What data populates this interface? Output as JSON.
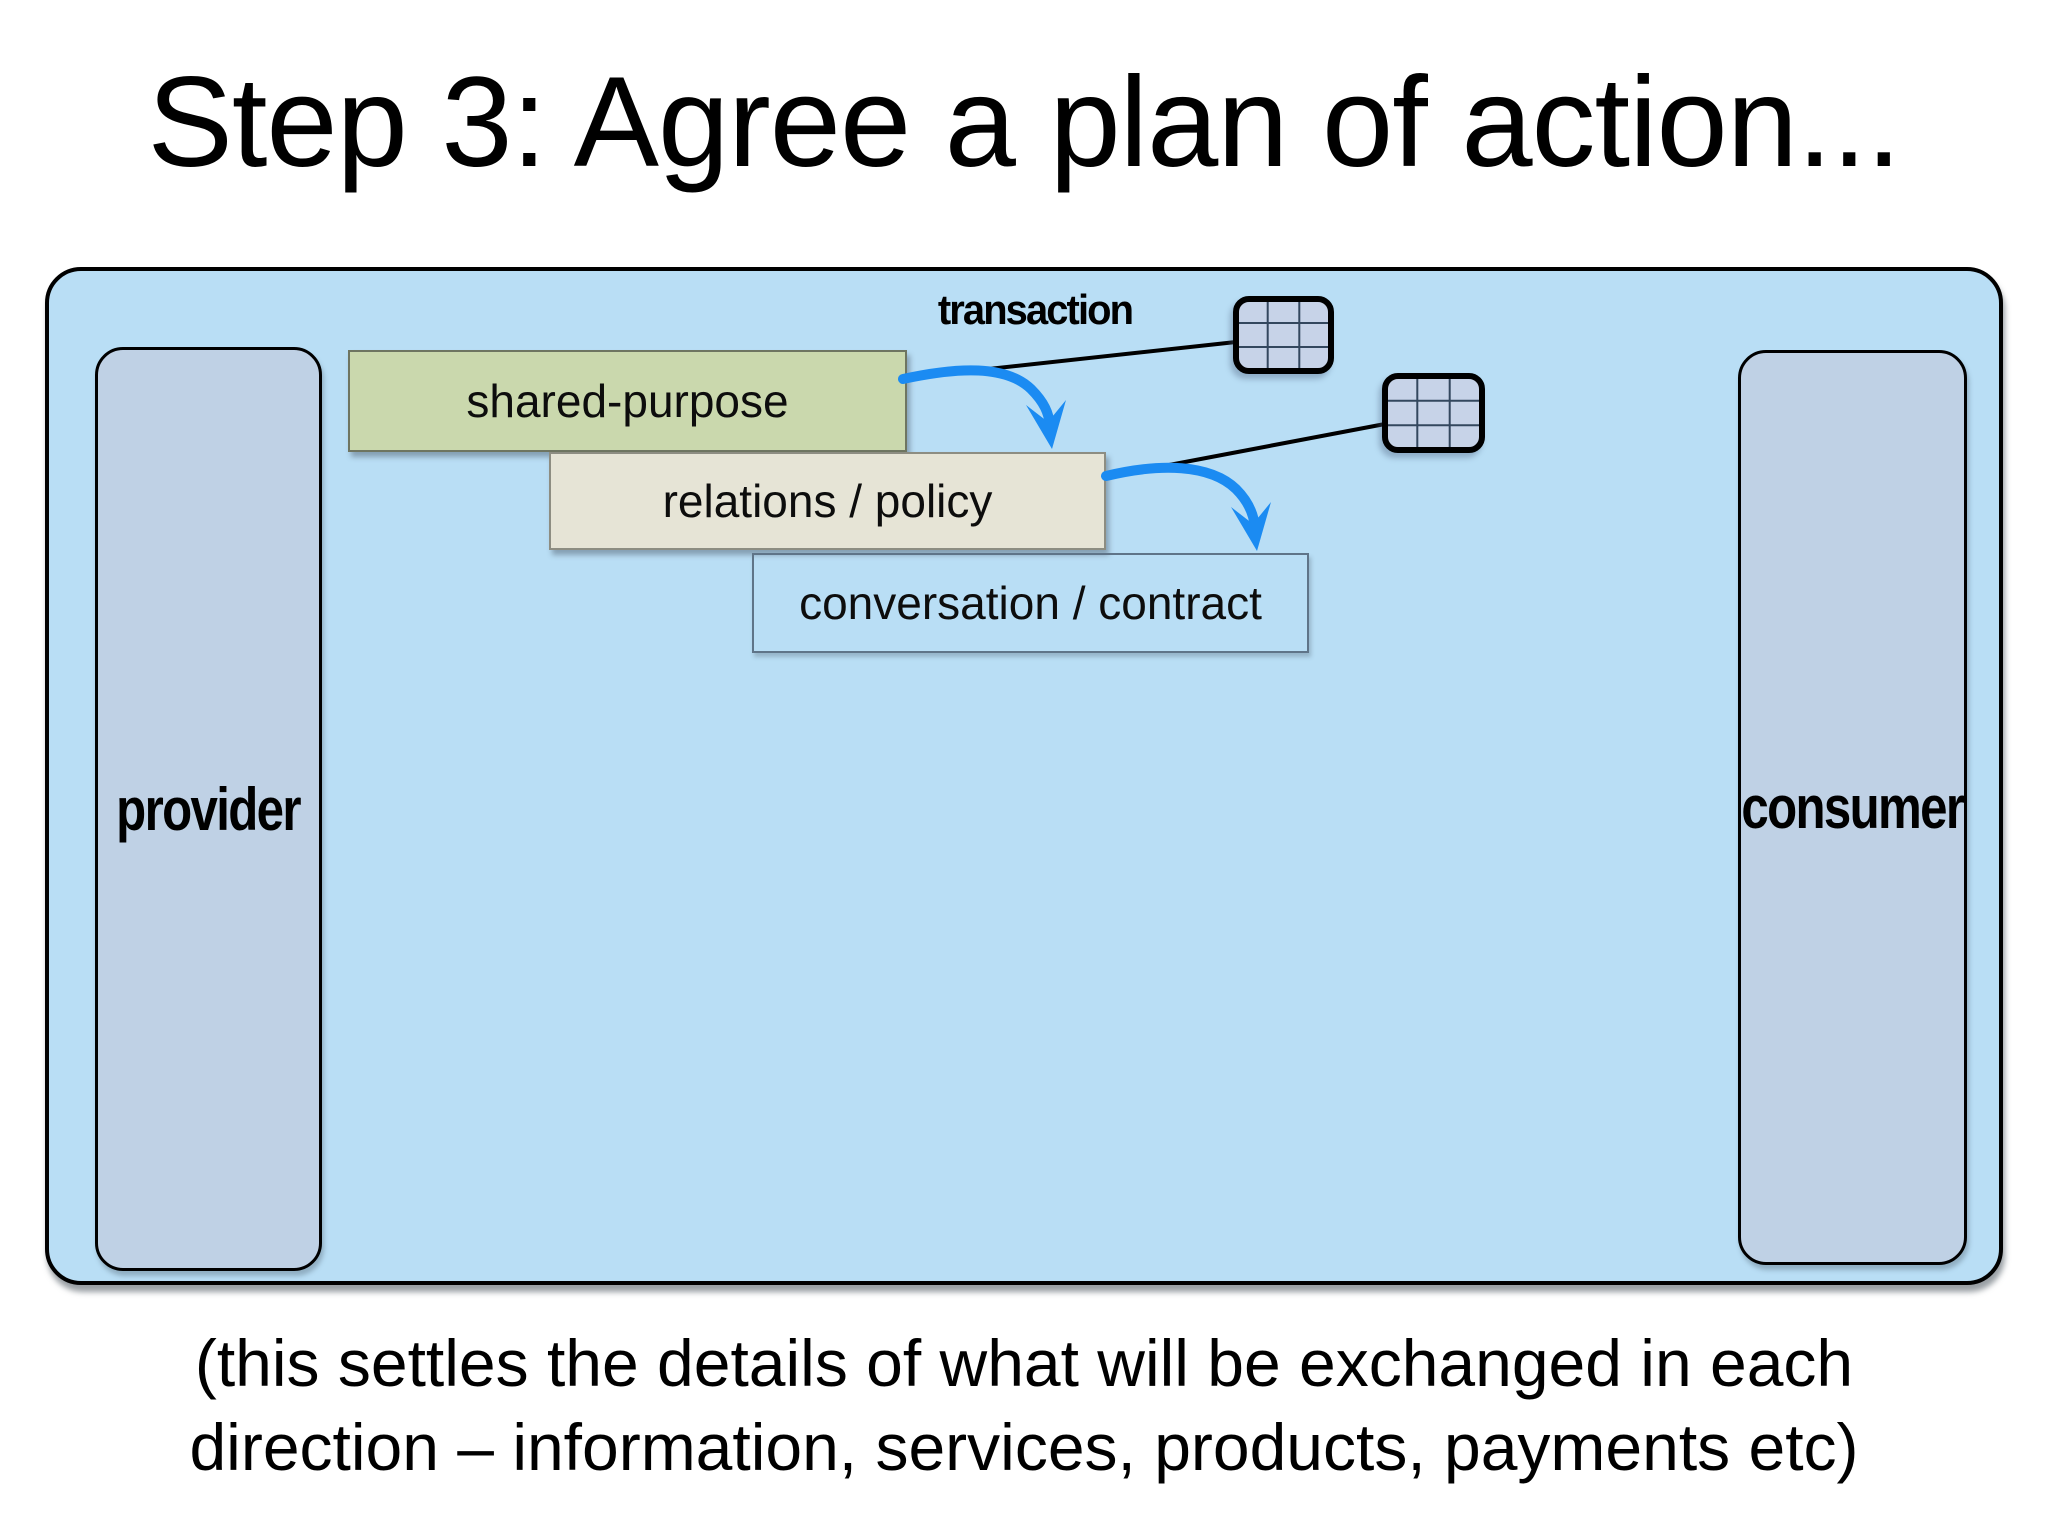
{
  "slide": {
    "title": "Step 3: Agree a plan of action...",
    "caption_line1": "(this settles the details of what will be exchanged in each",
    "caption_line2": "direction – information, services, products, payments etc)"
  },
  "diagram": {
    "provider_label": "provider",
    "consumer_label": "consumer",
    "transaction_label": "transaction",
    "layers": [
      {
        "label": "shared-purpose"
      },
      {
        "label": "relations / policy"
      },
      {
        "label": "conversation / contract"
      }
    ],
    "icons": [
      {
        "name": "transaction-table-icon-1"
      },
      {
        "name": "transaction-table-icon-2"
      }
    ]
  },
  "colors": {
    "stage_fill": "#b9def5",
    "party_fill": "#bfd1e5",
    "shared_purpose_fill": "#cad8ad",
    "relations_policy_fill": "#e6e4d6",
    "conversation_border": "#5f7488",
    "table_icon_fill": "#c7d3e8",
    "arrow_blue": "#1b8bf2",
    "connector_black": "#000000"
  }
}
